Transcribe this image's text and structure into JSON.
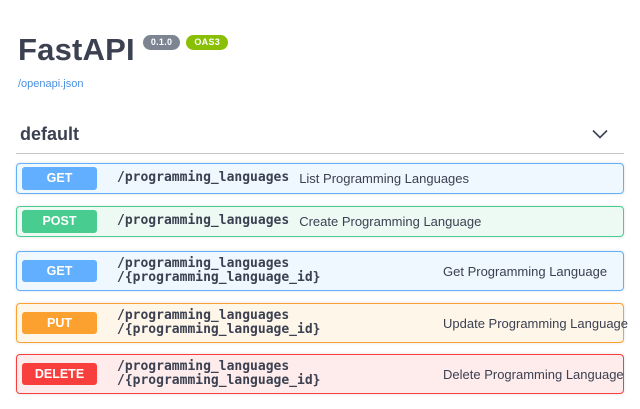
{
  "colors": {
    "text": "#3b4151",
    "link": "#4990e2",
    "badge-gray": "#7d8492",
    "badge-green": "#89bf04"
  },
  "header": {
    "title": "FastAPI",
    "version_badge": "0.1.0",
    "oas_badge": "OAS3",
    "spec_link": "/openapi.json"
  },
  "section": {
    "name": "default",
    "chevron_icon": "chevron-down"
  },
  "method_styles": {
    "GET": {
      "accent": "#61affe",
      "background": "#eff7ff"
    },
    "POST": {
      "accent": "#49cc90",
      "background": "#edfaf4"
    },
    "PUT": {
      "accent": "#fca130",
      "background": "#fff6ea"
    },
    "DELETE": {
      "accent": "#f93e3e",
      "background": "#feebeb"
    }
  },
  "endpoints": [
    {
      "method": "GET",
      "path_lines": [
        "/programming_languages"
      ],
      "summary": "List Programming Languages"
    },
    {
      "method": "POST",
      "path_lines": [
        "/programming_languages"
      ],
      "summary": "Create Programming Language"
    },
    {
      "method": "GET",
      "path_lines": [
        "/programming_languages",
        "/{programming_language_id}"
      ],
      "summary": "Get Programming Language"
    },
    {
      "method": "PUT",
      "path_lines": [
        "/programming_languages",
        "/{programming_language_id}"
      ],
      "summary": "Update Programming Language"
    },
    {
      "method": "DELETE",
      "path_lines": [
        "/programming_languages",
        "/{programming_language_id}"
      ],
      "summary": "Delete Programming Language"
    }
  ]
}
